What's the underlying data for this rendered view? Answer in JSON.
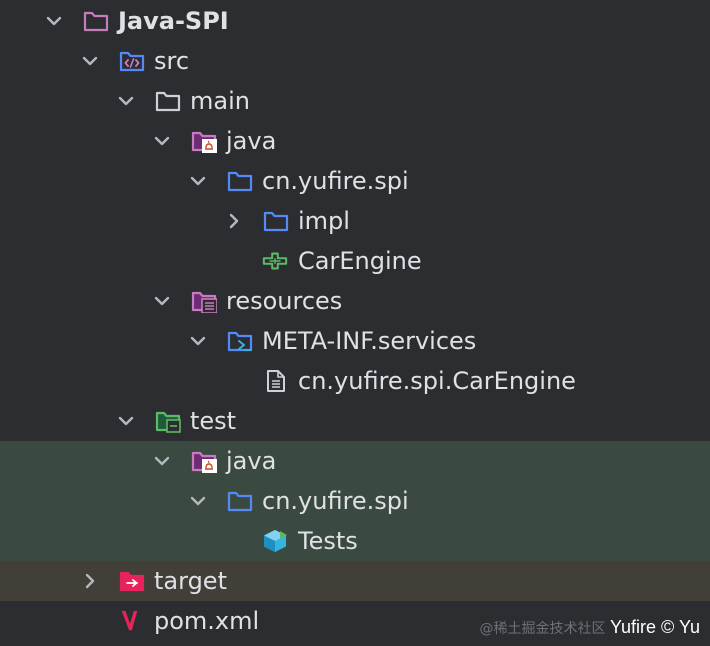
{
  "project_tree": {
    "root": "Java-SPI",
    "src": "src",
    "main": "main",
    "main_java": "java",
    "main_pkg": "cn.yufire.spi",
    "impl": "impl",
    "car_engine": "CarEngine",
    "resources": "resources",
    "meta_inf": "META-INF.services",
    "service_file": "cn.yufire.spi.CarEngine",
    "test": "test",
    "test_java": "java",
    "test_pkg": "cn.yufire.spi",
    "tests_class": "Tests",
    "target": "target",
    "pom": "pom.xml"
  },
  "watermark": {
    "prefix": "@稀土掘金技术社区",
    "text": "Yufire © Yu"
  },
  "colors": {
    "background": "#2b2d30",
    "test_row_bg": "#3b4a40",
    "excluded_row_bg": "#423f39",
    "text": "#dfe1e5",
    "chevron": "#b4b8bf",
    "folder_plain": "#ced0d6",
    "folder_package": "#548af7",
    "folder_source": "#c77dbb",
    "folder_test": "#5fb865",
    "folder_excluded": "#e8235b",
    "interface": "#5fb865",
    "test_class": "#36b3e0",
    "maven": "#e8235b"
  },
  "icons": {
    "root": "folder-icon",
    "src": "source-folder-icon",
    "main": "folder-icon",
    "java": "java-sources-icon",
    "package": "package-icon",
    "resources": "resources-root-icon",
    "meta_inf": "services-folder-icon",
    "file": "text-file-icon",
    "test": "test-root-icon",
    "interface": "interface-icon",
    "test_class": "test-class-icon",
    "target": "excluded-folder-icon",
    "pom": "maven-icon"
  }
}
